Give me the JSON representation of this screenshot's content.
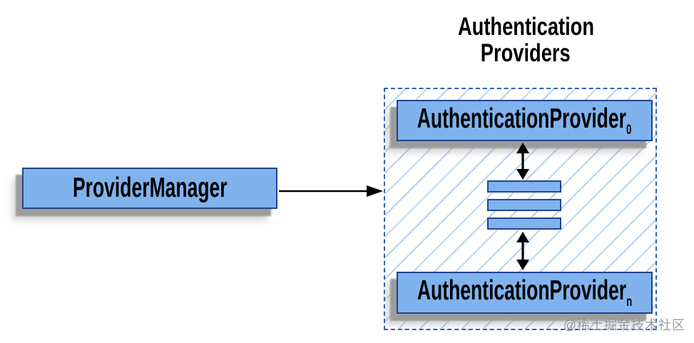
{
  "title": {
    "line1": "Authentication",
    "line2": "Providers"
  },
  "provider_manager": {
    "label": "ProviderManager"
  },
  "providers": {
    "box_top": {
      "label": "AuthenticationProvider",
      "subscript": "0"
    },
    "box_bottom": {
      "label": "AuthenticationProvider",
      "subscript": "n"
    },
    "stack_bar_count": 3
  },
  "watermark": {
    "text": "@稀土掘金技术社区"
  },
  "colors": {
    "box_fill": "#80b3ee",
    "box_border": "#24448e",
    "container_border": "#3560b0",
    "hatch_line": "#b5d3f2",
    "shadow": "#9c9c9c",
    "arrow": "#000000",
    "watermark": "#878d97"
  }
}
